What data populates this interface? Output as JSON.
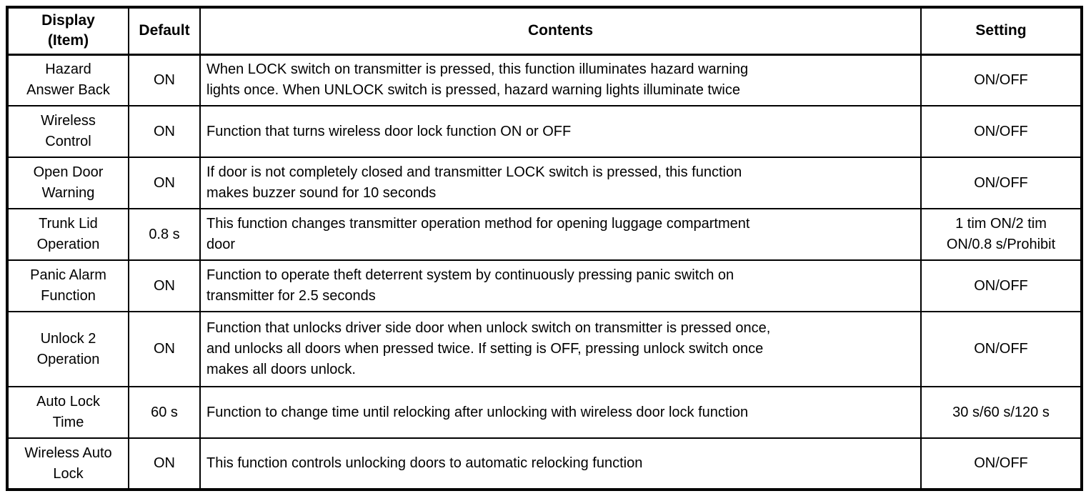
{
  "table": {
    "headers": {
      "display": "Display\n(Item)",
      "default": "Default",
      "contents": "Contents",
      "setting": "Setting"
    },
    "rows": [
      {
        "item": "Hazard\nAnswer Back",
        "default": "ON",
        "contents": "When LOCK switch on transmitter is pressed, this function illuminates hazard warning\nlights once. When UNLOCK switch is pressed, hazard warning lights illuminate twice",
        "setting": "ON/OFF"
      },
      {
        "item": "Wireless\nControl",
        "default": "ON",
        "contents": "Function that turns wireless door lock function ON or OFF",
        "setting": "ON/OFF"
      },
      {
        "item": "Open Door\nWarning",
        "default": "ON",
        "contents": "If door is not completely closed and transmitter LOCK switch is pressed, this function\nmakes buzzer sound for 10 seconds",
        "setting": "ON/OFF"
      },
      {
        "item": "Trunk Lid\nOperation",
        "default": "0.8 s",
        "contents": "This function changes transmitter operation method for opening luggage compartment\ndoor",
        "setting": "1 tim ON/2 tim\nON/0.8 s/Prohibit"
      },
      {
        "item": "Panic Alarm\nFunction",
        "default": "ON",
        "contents": "Function to operate theft deterrent system by continuously pressing panic switch on\ntransmitter for 2.5 seconds",
        "setting": "ON/OFF"
      },
      {
        "item": "Unlock 2\nOperation",
        "default": "ON",
        "contents": "Function that unlocks driver side door when unlock switch on transmitter is pressed once,\nand unlocks all doors when pressed twice. If setting is OFF, pressing unlock switch once\nmakes all doors unlock.",
        "setting": "ON/OFF"
      },
      {
        "item": "Auto Lock\nTime",
        "default": "60 s",
        "contents": "Function to change time until relocking after unlocking with wireless door lock function",
        "setting": "30 s/60 s/120 s"
      },
      {
        "item": "Wireless Auto\nLock",
        "default": "ON",
        "contents": "This function controls unlocking doors to automatic relocking function",
        "setting": "ON/OFF"
      }
    ]
  }
}
